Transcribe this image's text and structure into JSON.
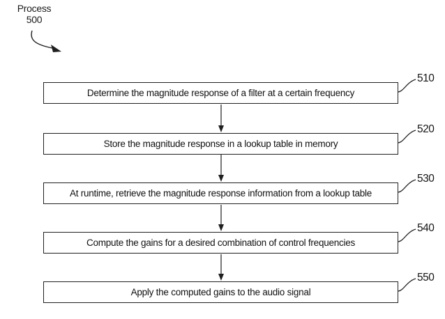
{
  "figure": {
    "process_label": "Process",
    "process_number": "500"
  },
  "steps": [
    {
      "ref": "510",
      "text": "Determine the magnitude response of a filter at a certain frequency"
    },
    {
      "ref": "520",
      "text": "Store the magnitude response in a lookup table in memory"
    },
    {
      "ref": "530",
      "text": "At runtime, retrieve the magnitude response information from a lookup table"
    },
    {
      "ref": "540",
      "text": "Compute the gains for a desired combination of control frequencies"
    },
    {
      "ref": "550",
      "text": "Apply the computed gains to the audio signal"
    }
  ],
  "colors": {
    "line": "#1f1f1f",
    "background": "#ffffff"
  }
}
